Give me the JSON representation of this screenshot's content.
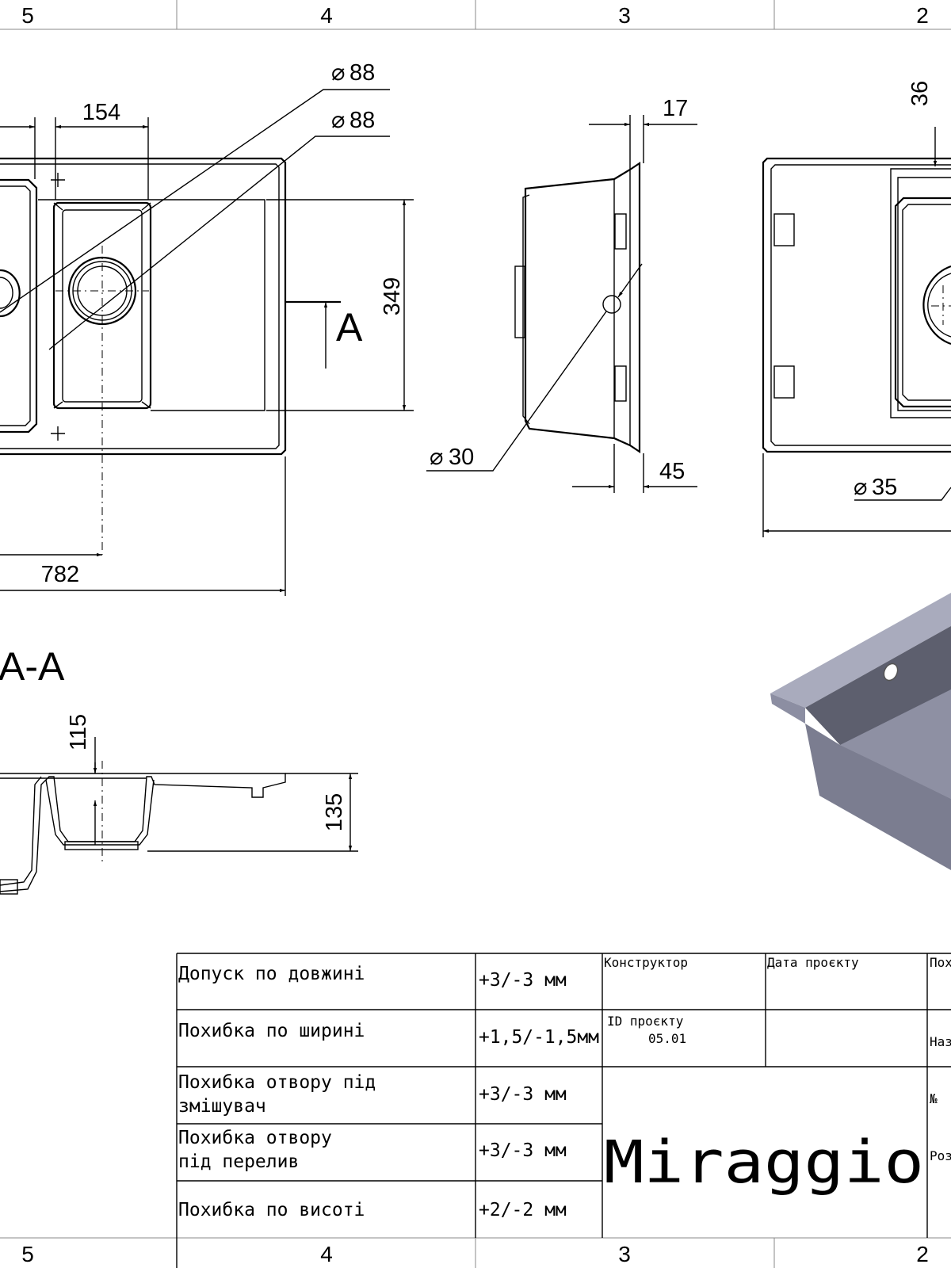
{
  "zones": {
    "top": [
      "5",
      "4",
      "3",
      "2"
    ],
    "bottom": [
      "5",
      "4",
      "3",
      "2"
    ]
  },
  "dimensions": {
    "d_faucet": "88",
    "d_drain": "88",
    "w_bowl": "154",
    "h_bowl": "349",
    "length": "782",
    "d_overflow": "30",
    "flange": "17",
    "depth_side": "45",
    "d_35": "35",
    "top_36": "36",
    "depth_115": "115",
    "height_135": "135"
  },
  "section": {
    "marker": "A",
    "title": "A-A"
  },
  "title_block": {
    "tolerances": [
      {
        "label": [
          "Допуск по довжині"
        ],
        "value": "+3/-3 мм"
      },
      {
        "label": [
          "Похибка по ширині"
        ],
        "value": "+1,5/-1,5мм"
      },
      {
        "label": [
          "Похибка отвору під",
          "змішувач"
        ],
        "value": "+3/-3 мм"
      },
      {
        "label": [
          "Похибка отвору",
          "під перелив"
        ],
        "value": "+3/-3 мм"
      },
      {
        "label": [
          "Похибка по висоті"
        ],
        "value": "+2/-2 мм"
      }
    ],
    "designer_label": "Конструктор",
    "date_label": "Дата проєкту",
    "id_label": "ID проєкту",
    "id_value": "05.01",
    "brand": "Miraggio",
    "edge_fragments": [
      "Пох",
      "Наз",
      "№",
      "Роз"
    ]
  },
  "render_colors": {
    "sink_light": "#a9abbd",
    "sink_mid": "#8c8ea2",
    "sink_dark": "#5d5f6e",
    "sink_inner": "#7b7d90"
  }
}
